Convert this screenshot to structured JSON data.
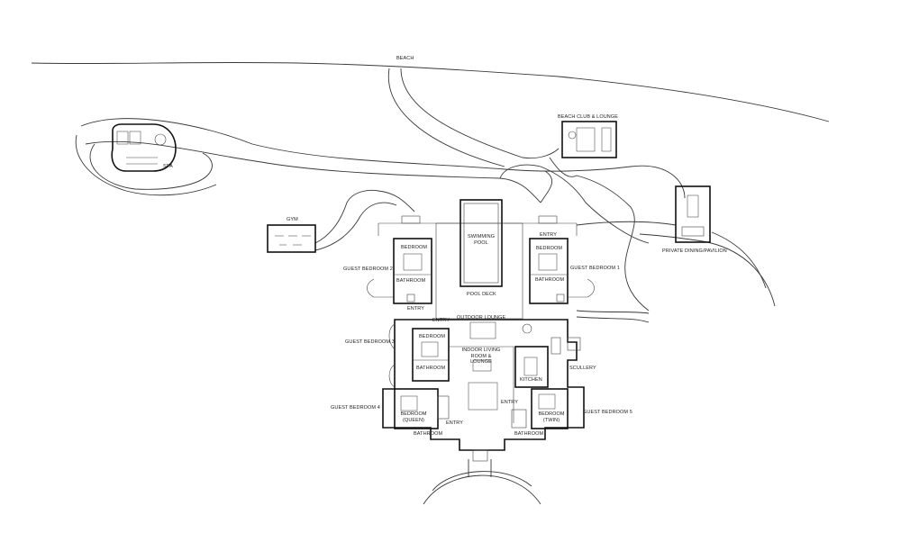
{
  "labels": {
    "beach": "BEACH",
    "spa": "SPA",
    "gym": "GYM",
    "beach_club": "BEACH CLUB & LOUNGE",
    "private_dining": "PRIVATE DINING/PAVILION",
    "swimming_pool": "SWIMMING POOL",
    "pool_deck": "POOL DECK",
    "entry_top_right": "ENTRY",
    "bedroom_left": "BEDROOM",
    "bathroom_left": "BATHROOM",
    "guest_bedroom_2": "GUEST BEDROOM 2",
    "bedroom_right": "BEDROOM",
    "bathroom_right": "BATHROOM",
    "guest_bedroom_1": "GUEST BEDROOM 1",
    "entry_left_a": "ENTRY",
    "entry_left_b": "ENTRY",
    "outdoor_lounge": "OUTDOOR LOUNGE",
    "guest_bedroom_3": "GUEST BEDROOM 3",
    "bedroom_3": "BEDROOM",
    "bathroom_3": "BATHROOM",
    "indoor_living": "INDOOR LIVING ROOM & LOUNGE",
    "kitchen": "KITCHEN",
    "scullery": "SCULLERY",
    "guest_bedroom_4": "GUEST BEDROOM 4",
    "bedroom_queen": "BEDROOM (QUEEN)",
    "entry_bottom_left": "ENTRY",
    "bathroom_bottom_left": "BATHROOM",
    "entry_bottom_right": "ENTRY",
    "bedroom_twin": "BEDROOM (TWIN)",
    "guest_bedroom_5": "GUEST BEDROOM 5",
    "bathroom_bottom_right": "BATHROOM"
  }
}
